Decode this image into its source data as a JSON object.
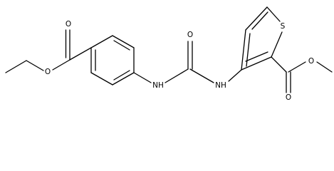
{
  "molecule": {
    "atom_labels": {
      "ester_o_carbonyl_left": "O",
      "ester_o_single_left": "O",
      "nh_left": "NH",
      "urea_o": "O",
      "nh_right": "NH",
      "thiophene_s": "S",
      "ester_o_carbonyl_right": "O",
      "ester_o_single_right": "O"
    }
  }
}
